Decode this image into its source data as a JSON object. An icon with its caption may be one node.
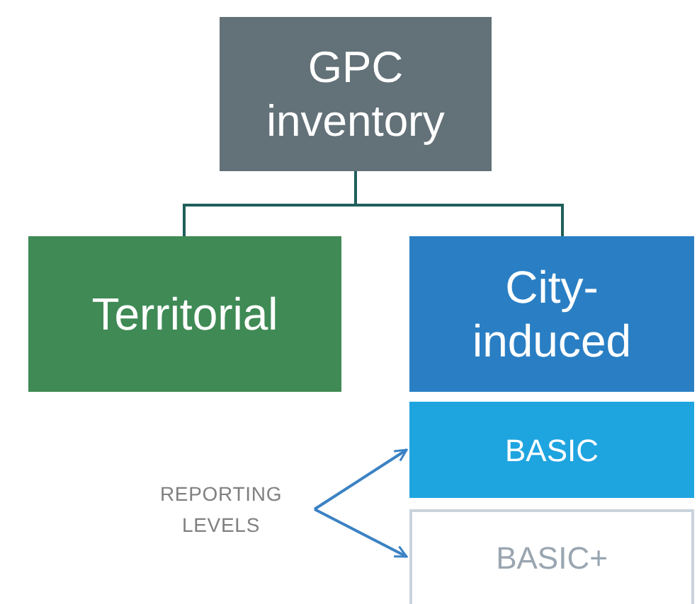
{
  "diagram": {
    "nodes": [
      {
        "text": [
          "GPC inventory"
        ]
      },
      {
        "text": [
          "Territorial"
        ]
      },
      {
        "text": [
          "City-induced"
        ]
      },
      {
        "text": [
          "BASIC"
        ]
      },
      {
        "text": [
          "BASIC+"
        ]
      },
      {
        "text": [
          "REPORTING LEVELS"
        ]
      }
    ],
    "edges": [
      {
        "from": 0,
        "to": 1,
        "arrow": "none"
      },
      {
        "from": 0,
        "to": 2,
        "arrow": "none"
      },
      {
        "from": 5,
        "to": 3,
        "arrow": "to",
        "color": "#3b82c4"
      },
      {
        "from": 5,
        "to": 4,
        "arrow": "to",
        "color": "#3b82c4"
      }
    ]
  }
}
